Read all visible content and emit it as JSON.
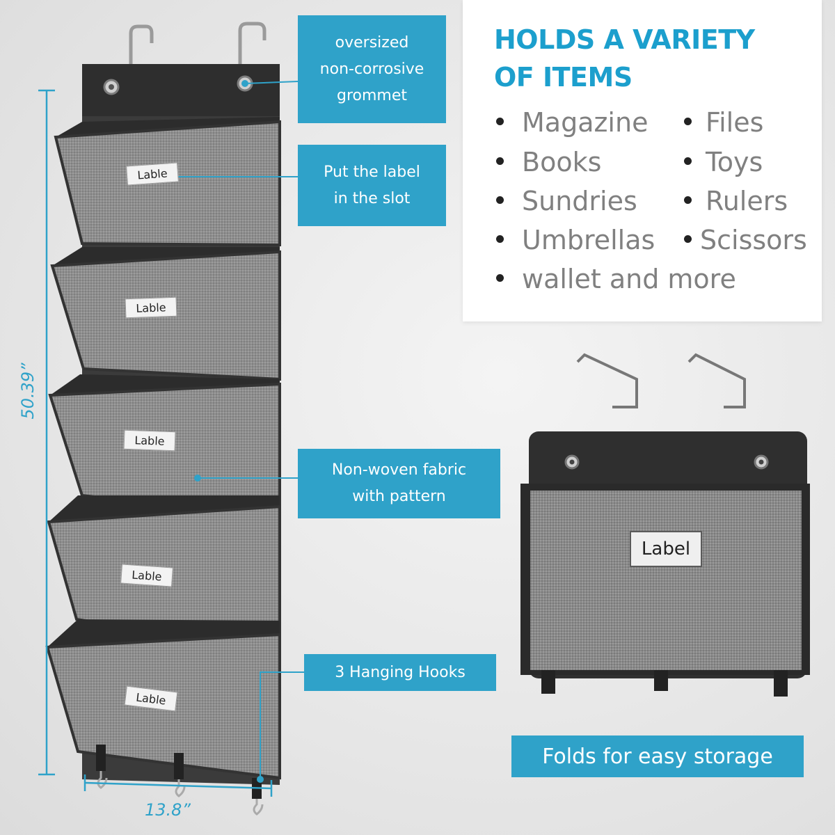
{
  "callouts": {
    "grommet": [
      "oversized",
      "non-corrosive",
      "grommet"
    ],
    "label_slot": [
      "Put the label",
      "in the slot"
    ],
    "fabric": [
      "Non-woven fabric",
      "with pattern"
    ],
    "hooks": [
      "3 Hanging Hooks"
    ]
  },
  "dimensions": {
    "height": "50.39”",
    "width": "13.8”"
  },
  "pocket_labels": [
    "Lable",
    "Lable",
    "Lable",
    "Lable",
    "Lable"
  ],
  "info": {
    "title_line1": "HOLDS A VARIETY",
    "title_line2": "OF ITEMS",
    "items_left": [
      "Magazine",
      "Books",
      "Sundries",
      "Umbrellas",
      "wallet and more"
    ],
    "items_right": [
      "Files",
      "Toys",
      "Rulers",
      "Scissors"
    ]
  },
  "folded_label": "Label",
  "storage_banner": "Folds for easy storage",
  "colors": {
    "accent": "#2fa2c9",
    "title": "#1c9fcd",
    "fabric": "#8f8f8f",
    "trim": "#3a3a3a"
  }
}
